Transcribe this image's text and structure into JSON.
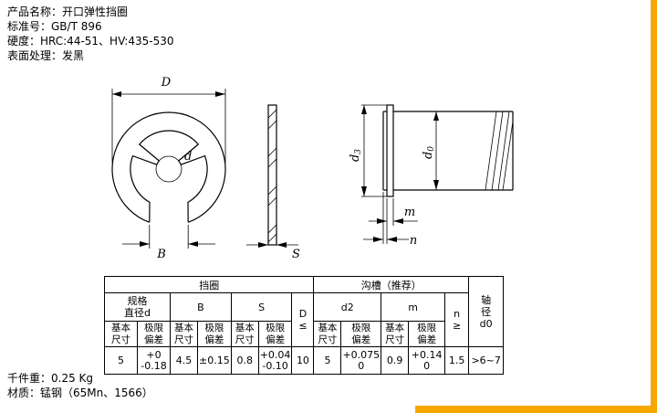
{
  "info": {
    "product_name": "产品名称：开口弹性挡圈",
    "standard": "标准号：GB/T 896",
    "hardness": "硬度：HRC:44-51、HV:435-530",
    "surface": "表面处理：发黑",
    "weight": "千件重：0.25 Kg",
    "material": "材质：锰钢（65Mn、1566）"
  },
  "drawing": {
    "labels": {
      "D": "D",
      "d": "d",
      "B": "B",
      "S": "S",
      "d3_main": "d",
      "d3_sub": "3",
      "d0_main": "d",
      "d0_sub": "0",
      "m": "m",
      "n": "n"
    }
  },
  "table": {
    "ring_header": "挡圈",
    "groove_header": "沟槽（推荐）",
    "shaft_header": "轴\n径\nd0",
    "spec_header": "规格\n直径d",
    "B_header": "B",
    "S_header": "S",
    "D_header": "D\n≤",
    "d2_header": "d2",
    "m_header": "m",
    "n_header": "n\n≥",
    "sub_basic": "基本\n尺寸",
    "sub_dev": "极限\n偏差",
    "row": {
      "spec_basic": "5",
      "spec_dev": "+0\n-0.18",
      "B_basic": "4.5",
      "B_dev": "±0.15",
      "S_basic": "0.8",
      "S_dev": "+0.04\n-0.10",
      "D_max": "10",
      "d2_basic": "5",
      "d2_dev": "+0.075\n0",
      "m_basic": "0.9",
      "m_dev": "+0.14\n0",
      "n_min": "1.5",
      "shaft_range": ">6~7"
    }
  },
  "colors": {
    "accent_border": "#f5a800"
  }
}
